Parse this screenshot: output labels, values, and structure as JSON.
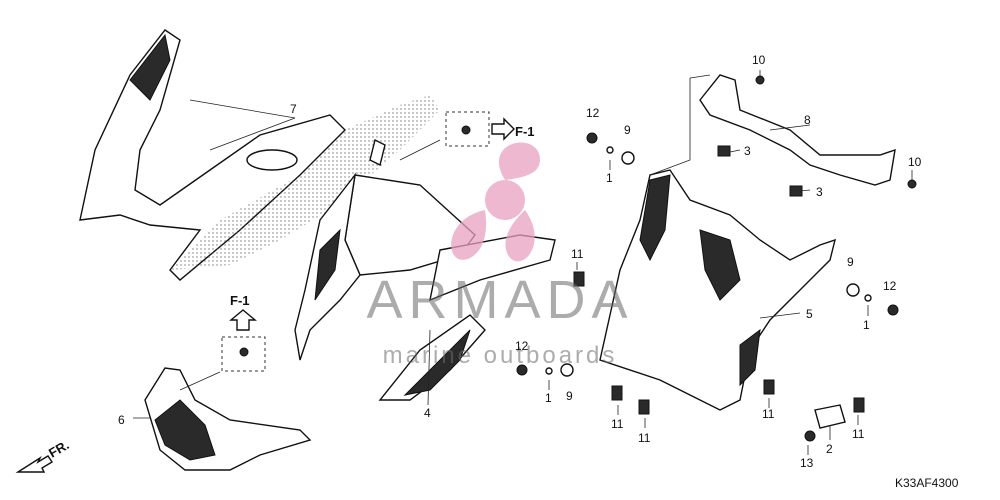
{
  "diagram": {
    "code": "K33AF4300",
    "direction_label": "FR.",
    "ref_label": "F-1",
    "callouts": [
      "1",
      "2",
      "3",
      "4",
      "5",
      "6",
      "7",
      "8",
      "9",
      "10",
      "11",
      "12",
      "13"
    ]
  },
  "watermark": {
    "brand": "ARMADA",
    "tagline": "marine outboards"
  },
  "colors": {
    "watermark_logo": "#e8a0c0",
    "watermark_text": "#6a6a6a",
    "ink": "#111111"
  }
}
